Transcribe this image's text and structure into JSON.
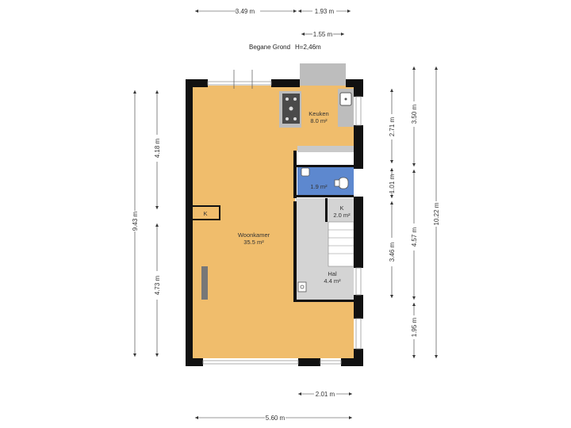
{
  "header": {
    "floor_name": "Begane Grond",
    "height_label": "H=2,46m"
  },
  "rooms": {
    "woonkamer": {
      "name": "Woonkamer",
      "area": "35.5 m²"
    },
    "keuken": {
      "name": "Keuken",
      "area": "8.0 m²"
    },
    "toilet": {
      "area": "1.9 m²"
    },
    "kast": {
      "name": "K",
      "area": "2.0 m²"
    },
    "hal": {
      "name": "Hal",
      "area": "4.4 m²"
    },
    "meterkast": {
      "name": "K"
    }
  },
  "dimensions": {
    "top_left": "3.49 m",
    "top_right": "1.93 m",
    "top_porch": "1.55 m",
    "bottom_hal": "2.01 m",
    "bottom_total": "5.60 m",
    "left_total": "9.43 m",
    "left_upper": "4.18 m",
    "left_lower": "4.73 m",
    "right_keuken": "2.71 m",
    "right_toilet": "1.01 m",
    "right_hal": "3.46 m",
    "right_upper": "3.50 m",
    "right_middle": "4.57 m",
    "right_lower": "1.95 m",
    "right_total": "10.22 m"
  },
  "colors": {
    "floor": "#f0bd6c",
    "toilet": "#5d88cf",
    "hal": "#d4d4d4",
    "porch": "#bdbdbd",
    "wall": "#111111",
    "window": "#ffffff"
  }
}
